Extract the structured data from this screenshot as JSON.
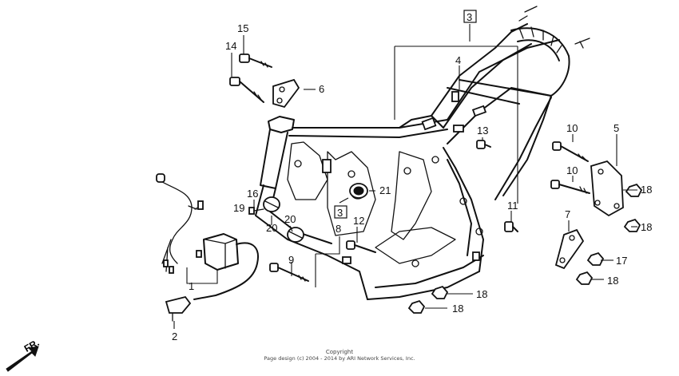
{
  "diagram": {
    "callouts": {
      "c1": "1",
      "c2": "2",
      "c3a": "3",
      "c3b": "3",
      "c4": "4",
      "c5": "5",
      "c6": "6",
      "c7": "7",
      "c8": "8",
      "c9": "9",
      "c10a": "10",
      "c10b": "10",
      "c11": "11",
      "c12": "12",
      "c13": "13",
      "c14": "14",
      "c15": "15",
      "c16": "16",
      "c17": "17",
      "c18a": "18",
      "c18b": "18",
      "c18c": "18",
      "c18d": "18",
      "c18e": "18",
      "c19": "19",
      "c20a": "20",
      "c20b": "20",
      "c21": "21"
    },
    "direction_label": "FR.",
    "copyright_line1": "Copyright",
    "copyright_line2": "Page design (c) 2004 - 2014 by ARI Network Services, Inc."
  }
}
